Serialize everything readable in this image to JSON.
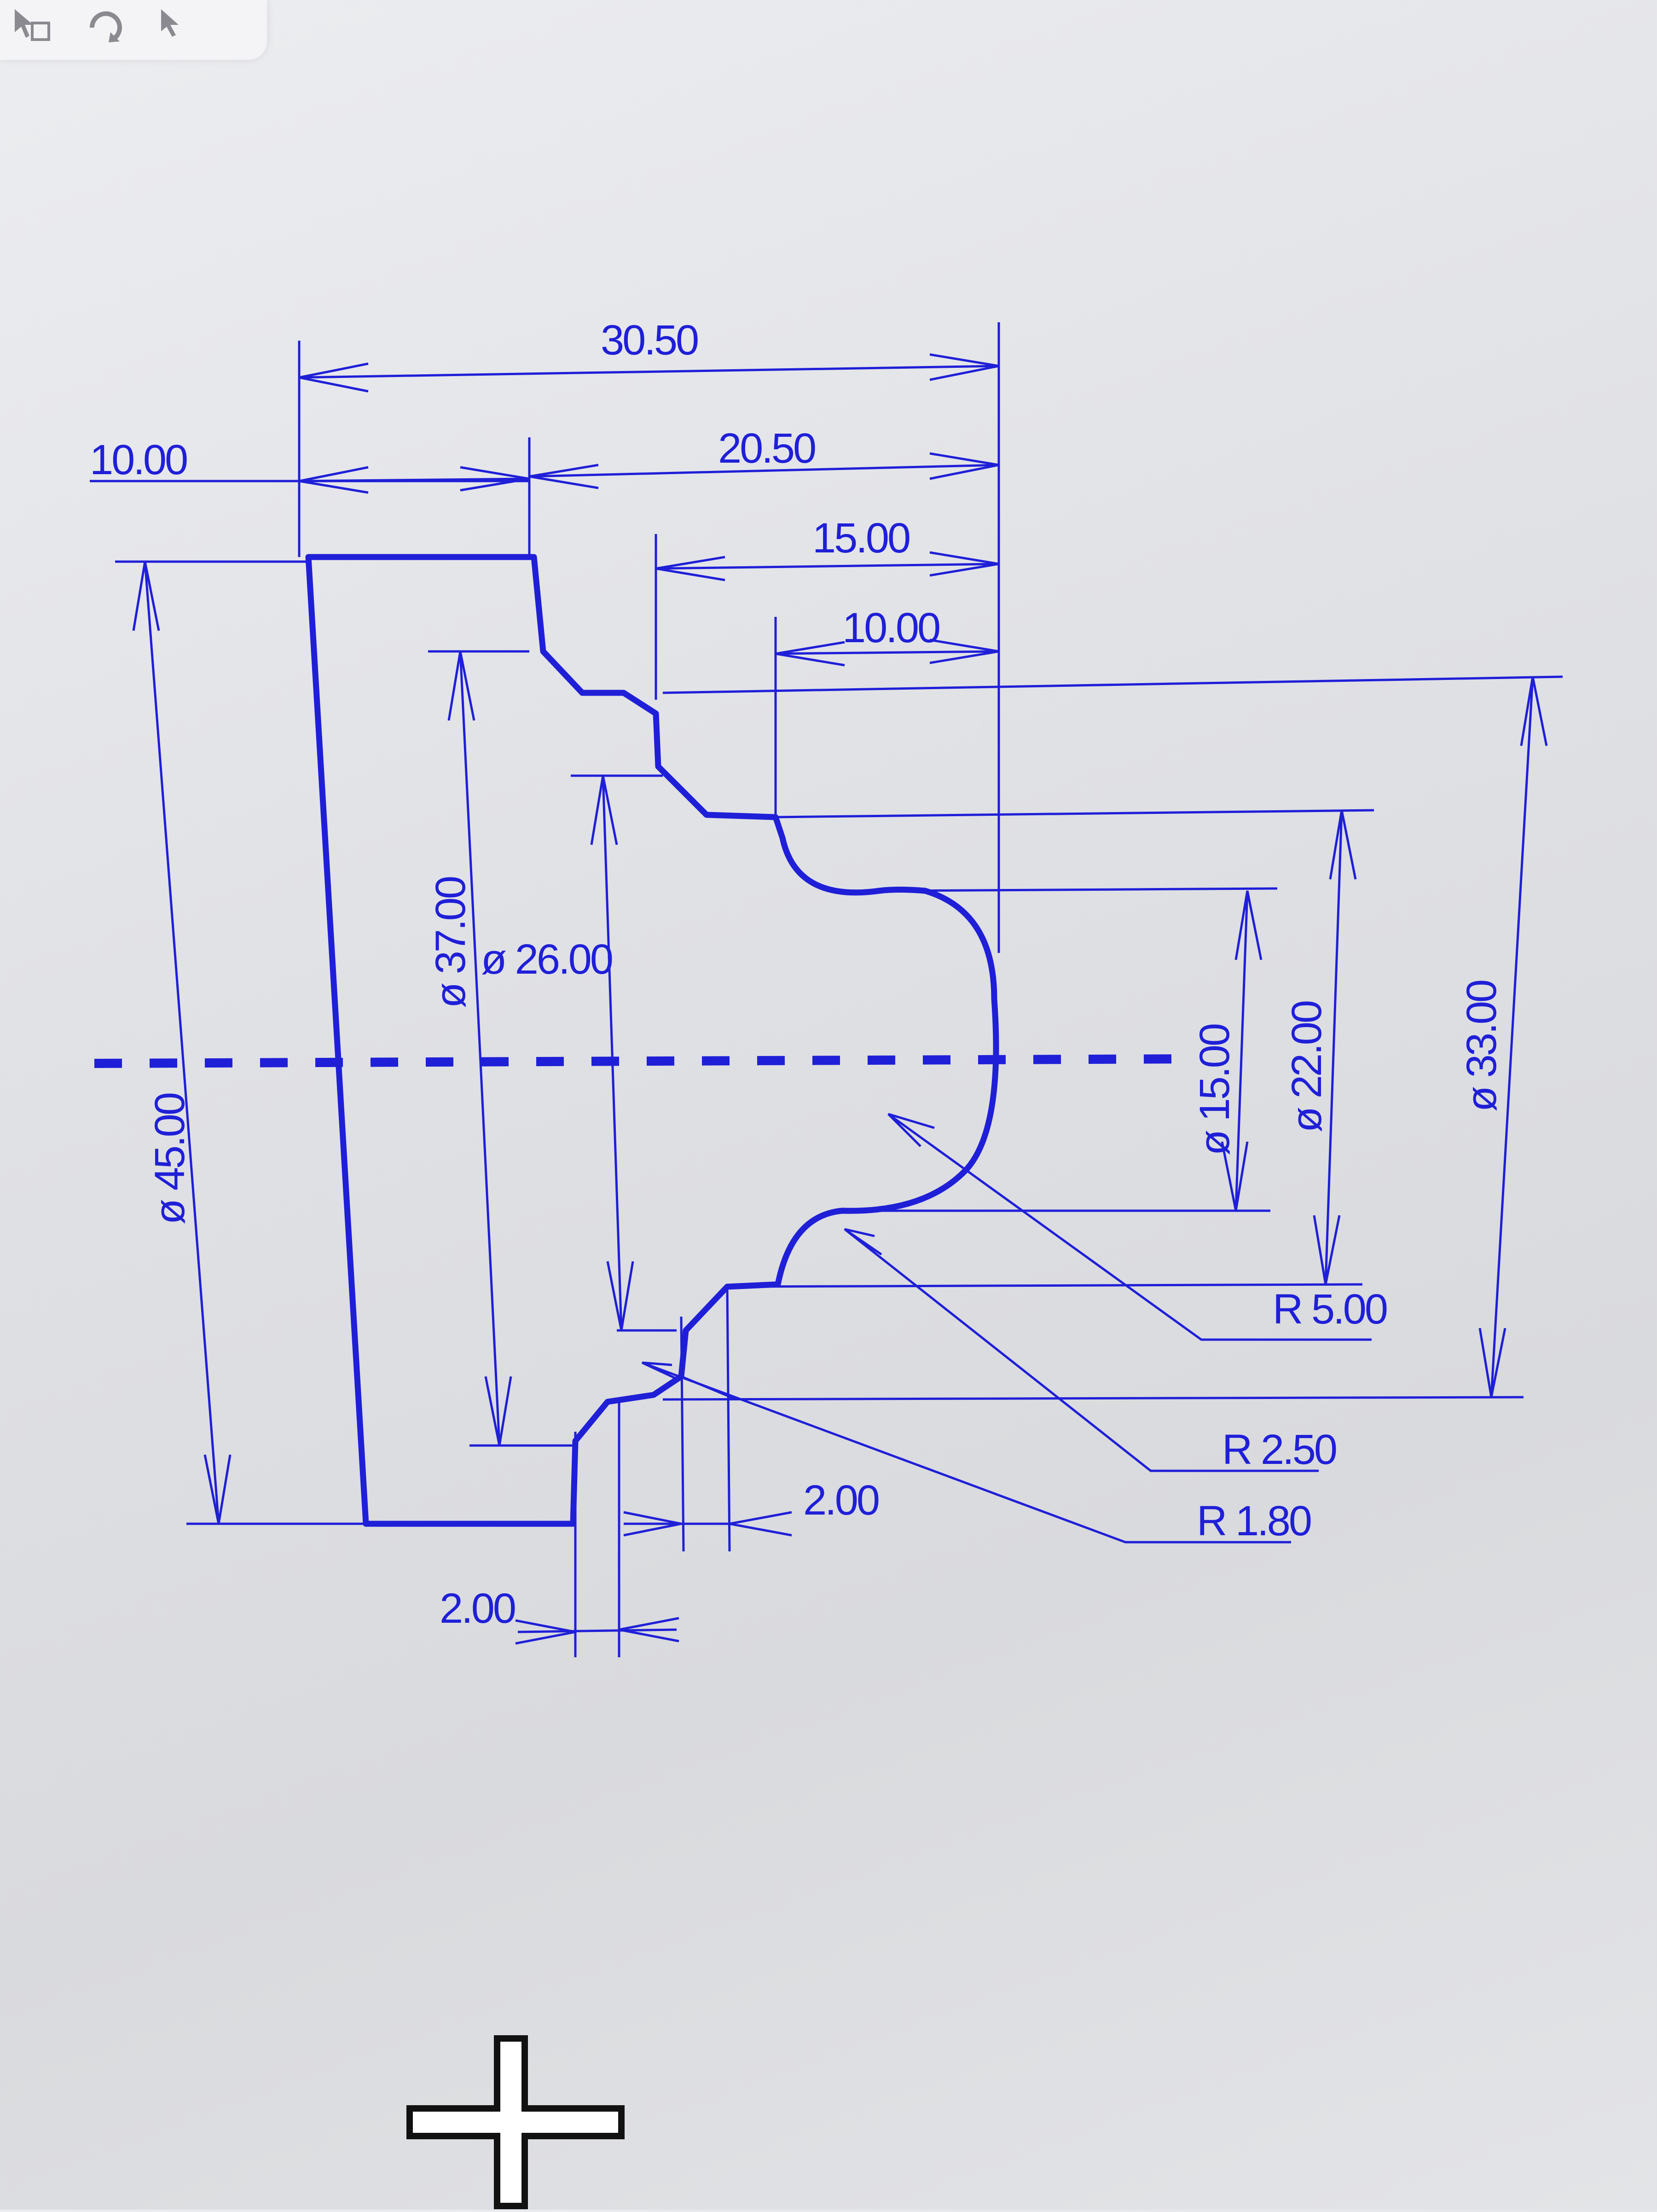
{
  "toolbar": {
    "items": [
      {
        "name": "select-tool",
        "icon": "cursor-select-icon"
      },
      {
        "name": "rotate-tool",
        "icon": "rotate-view-icon"
      },
      {
        "name": "pointer-tool",
        "icon": "arrow-pointer-icon"
      }
    ]
  },
  "drawing": {
    "line_color": "#1f1fd8",
    "dimensions": {
      "top_total": "30.50",
      "left_10": "10.00",
      "len_2050": "20.50",
      "len_1500": "15.00",
      "len_1000": "10.00",
      "dia_45": "ø 45.00",
      "dia_37": "ø 37.00",
      "dia_26": "ø 26.00",
      "dia_15": "ø 15.00",
      "dia_22": "ø 22.00",
      "dia_33": "ø 33.00",
      "r_500": "R 5.00",
      "r_250": "R 2.50",
      "r_180": "R 1.80",
      "groove_2a": "2.00",
      "groove_2b": "2.00"
    }
  },
  "cursor": {
    "icon": "crosshair-cursor-icon"
  }
}
